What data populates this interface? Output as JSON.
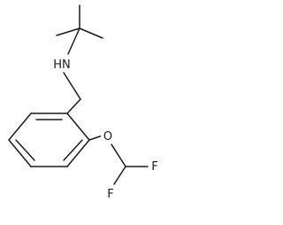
{
  "molecule": {
    "atoms": {
      "nh": "HN",
      "o": "O",
      "f1": "F",
      "f2": "F"
    }
  }
}
